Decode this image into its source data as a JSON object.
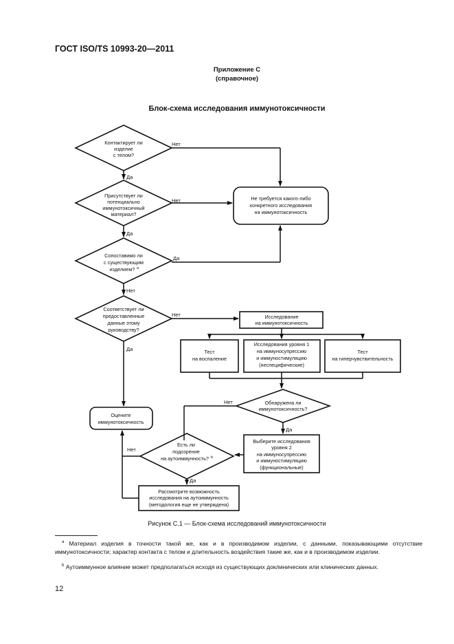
{
  "header": {
    "doc_code": "ГОСТ ISO/TS 10993-20—2011"
  },
  "appendix": {
    "title": "Приложение С",
    "subtitle": "(справочное)"
  },
  "chart_title": "Блок-схема исследования иммунотоксичности",
  "flowchart": {
    "q1": [
      "Контактирует ли",
      "изделие",
      "с телом?"
    ],
    "q2": [
      "Присутствует ли",
      "потенциально",
      "иммунотоксичный",
      "материал?"
    ],
    "q3": [
      "Сопоставимо ли",
      "с существующим",
      "изделием?"
    ],
    "q3_sup": "a",
    "q4": [
      "Соответствует ли",
      "предоставленные",
      "данные этому",
      "руководству?"
    ],
    "no_study": [
      "Не требуется какого-либо",
      "конкретного исследования",
      "на иммунотоксичность"
    ],
    "immuno_study": [
      "Исследование",
      "на иммунотоксичность"
    ],
    "test_inflammation": [
      "Тест",
      "на воспаление"
    ],
    "level1": [
      "Исследования уровня 1",
      "на иммуносупрессию",
      "и иммуностимуляцию",
      "(неспецифические)"
    ],
    "test_hypersens": [
      "Тест",
      "на гиперчувствительность"
    ],
    "q_found": [
      "Обнаружена ли",
      "иммунотоксичность?"
    ],
    "evaluate": [
      "Оцените",
      "иммунотоксичность"
    ],
    "level2": [
      "Выберите исследования",
      "уровня 2",
      "на иммуносупрессию",
      "и иммуностимуляцию",
      "(функциональные)"
    ],
    "q_auto": [
      "Есть ли",
      "подозрение",
      "на аутоиммунность?"
    ],
    "q_auto_sup": "b",
    "consider": [
      "Рассмотрите возможность",
      "исследования на аутоиммунность",
      "(методология еще не утверждена)"
    ],
    "yes": "Да",
    "no": "Нет"
  },
  "caption": "Рисунок С.1 — Блок-схема исследований иммунотоксичности",
  "footnotes": {
    "a_mark": "а",
    "a_text": "Материал изделия в точности такой же, как и в производимом изделии, с данными, показывающими отсутствие иммунотоксичности; характер контакта с телом и длительность воздействия такие же, как и в производимом изделии.",
    "b_mark": "b",
    "b_text": "Аутоиммунное влияние может предполагаться исходя из существующих доклинических или клинических данных."
  },
  "page_number": "12"
}
